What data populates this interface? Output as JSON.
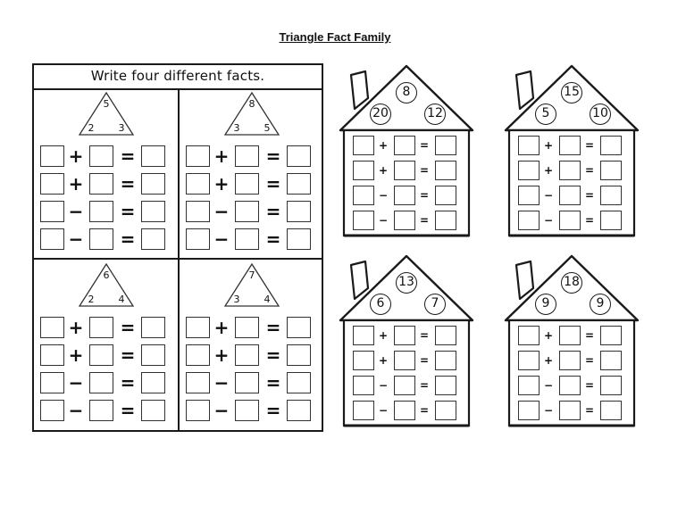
{
  "title": "Triangle Fact Family",
  "left_panel": {
    "header": "Write four different facts.",
    "triangles": [
      {
        "top": "5",
        "left": "2",
        "right": "3",
        "ops": [
          "+",
          "+",
          "−",
          "−"
        ],
        "eq": "="
      },
      {
        "top": "8",
        "left": "3",
        "right": "5",
        "ops": [
          "+",
          "+",
          "−",
          "−"
        ],
        "eq": "="
      },
      {
        "top": "6",
        "left": "2",
        "right": "4",
        "ops": [
          "+",
          "+",
          "−",
          "−"
        ],
        "eq": "="
      },
      {
        "top": "7",
        "left": "3",
        "right": "4",
        "ops": [
          "+",
          "+",
          "−",
          "−"
        ],
        "eq": "="
      }
    ]
  },
  "houses": [
    {
      "top": "8",
      "left": "20",
      "right": "12",
      "ops": [
        "+",
        "+",
        "−",
        "−"
      ],
      "eq": "="
    },
    {
      "top": "15",
      "left": "5",
      "right": "10",
      "ops": [
        "+",
        "+",
        "−",
        "−"
      ],
      "eq": "="
    },
    {
      "top": "13",
      "left": "6",
      "right": "7",
      "ops": [
        "+",
        "+",
        "−",
        "−"
      ],
      "eq": "="
    },
    {
      "top": "18",
      "left": "9",
      "right": "9",
      "ops": [
        "+",
        "+",
        "−",
        "−"
      ],
      "eq": "="
    }
  ]
}
